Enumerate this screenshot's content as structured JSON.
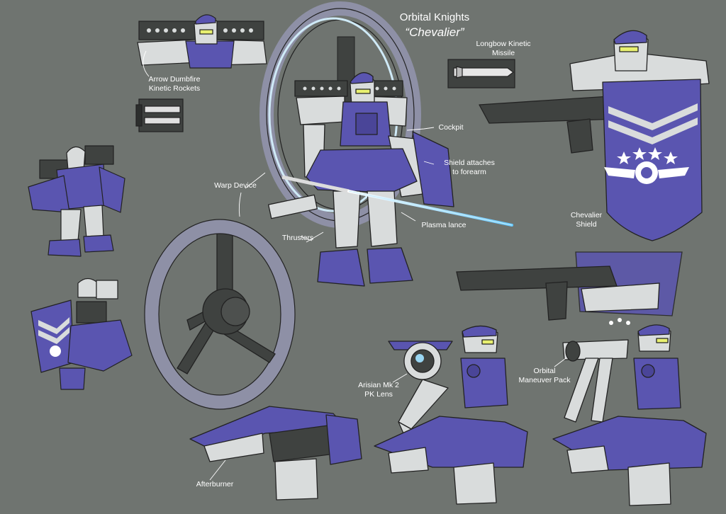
{
  "sheet": {
    "title": "Orbital Knights",
    "subtitle": "“Chevalier”",
    "colors": {
      "background": "#6f7470",
      "armor_blue": "#5a55b0",
      "armor_blue_dark": "#3b3781",
      "armor_white": "#d9dcdc",
      "frame_dark": "#3f4240",
      "ring": "#8e90a6",
      "plasma": "#66c8ff"
    }
  },
  "labels": {
    "rockets": [
      "Arrow Dumbfire",
      "Kinetic Rockets"
    ],
    "missile": [
      "Longbow Kinetic",
      "Missile"
    ],
    "cockpit": "Cockpit",
    "shield_attach": [
      "Shield attaches",
      "to forearm"
    ],
    "warp": "Warp Device",
    "thrusters": "Thrusters",
    "plasma": "Plasma lance",
    "shield": [
      "Chevalier",
      "Shield"
    ],
    "lens": [
      "Arisian Mk 2",
      "PK Lens"
    ],
    "pack": [
      "Orbital",
      "Maneuver Pack"
    ],
    "afterburner": "Afterburner"
  }
}
